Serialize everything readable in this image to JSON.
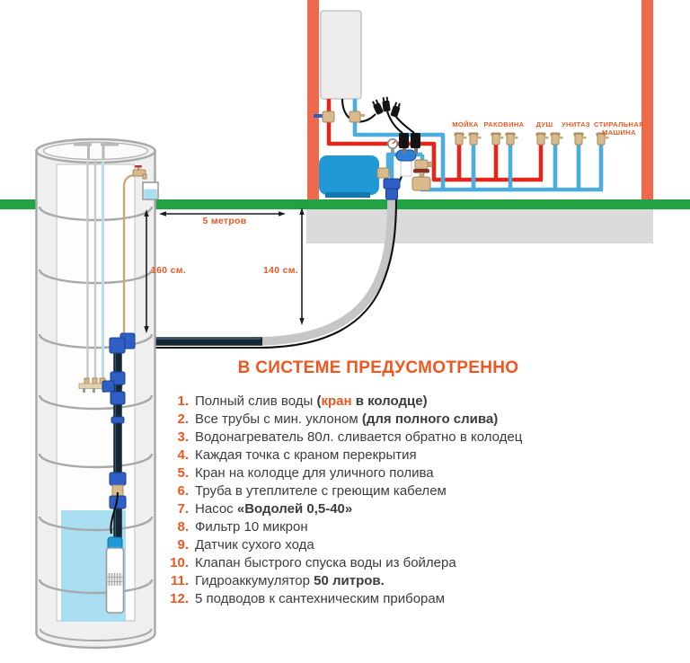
{
  "diagram": {
    "title": "В СИСТЕМЕ ПРЕДУСМОТРЕННО",
    "checklist": [
      {
        "num": "1.",
        "segments": [
          {
            "text": "Полный слив воды ",
            "style": "normal"
          },
          {
            "text": "(",
            "style": "bold"
          },
          {
            "text": "кран",
            "style": "orange"
          },
          {
            "text": " в колодце)",
            "style": "bold"
          }
        ]
      },
      {
        "num": "2.",
        "segments": [
          {
            "text": "Все трубы с мин. уклоном ",
            "style": "normal"
          },
          {
            "text": "(для полного слива)",
            "style": "bold"
          }
        ]
      },
      {
        "num": "3.",
        "segments": [
          {
            "text": "Водонагреватель 80л. сливается обратно в колодец",
            "style": "normal"
          }
        ]
      },
      {
        "num": "4.",
        "segments": [
          {
            "text": "Каждая точка с краном перекрытия",
            "style": "normal"
          }
        ]
      },
      {
        "num": "5.",
        "segments": [
          {
            "text": "Кран на колодце для уличного полива",
            "style": "normal"
          }
        ]
      },
      {
        "num": "6.",
        "segments": [
          {
            "text": "Труба в утеплителе с греющим кабелем",
            "style": "normal"
          }
        ]
      },
      {
        "num": "7.",
        "segments": [
          {
            "text": "Насос ",
            "style": "normal"
          },
          {
            "text": "«Водолей 0,5-40»",
            "style": "bold"
          }
        ]
      },
      {
        "num": "8.",
        "segments": [
          {
            "text": "Фильтр 10 микрон",
            "style": "normal"
          }
        ]
      },
      {
        "num": "9.",
        "segments": [
          {
            "text": "Датчик сухого хода",
            "style": "normal"
          }
        ]
      },
      {
        "num": "10.",
        "segments": [
          {
            "text": "Клапан быстрого спуска воды из бойлера",
            "style": "normal"
          }
        ]
      },
      {
        "num": "11.",
        "segments": [
          {
            "text": "Гидроаккумулятор ",
            "style": "normal"
          },
          {
            "text": "50 литров.",
            "style": "bold"
          }
        ]
      },
      {
        "num": "12.",
        "segments": [
          {
            "text": "5 подводов к сантехническим приборам",
            "style": "normal"
          }
        ]
      }
    ],
    "fixtures": [
      {
        "label": "МОЙКА"
      },
      {
        "label": "РАКОВИНА"
      },
      {
        "label": "ДУШ"
      },
      {
        "label": "УНИТАЗ"
      },
      {
        "label": "СТИРАЛЬНАЯ МАШИНА"
      }
    ],
    "measurements": {
      "span": "5 метров",
      "well_depth": "160 см.",
      "house_depth": "140 см."
    },
    "colors": {
      "accent_orange": "#f2561f",
      "wall_orange": "#ef6a4c",
      "ground_green": "#21a343",
      "hot_pipe_red": "#e1271c",
      "cold_pipe_blue": "#4badde",
      "insulated_pipe_navy": "#152635",
      "tank_blue": "#1f9ad7",
      "water_blue": "#a9ddf0"
    }
  }
}
